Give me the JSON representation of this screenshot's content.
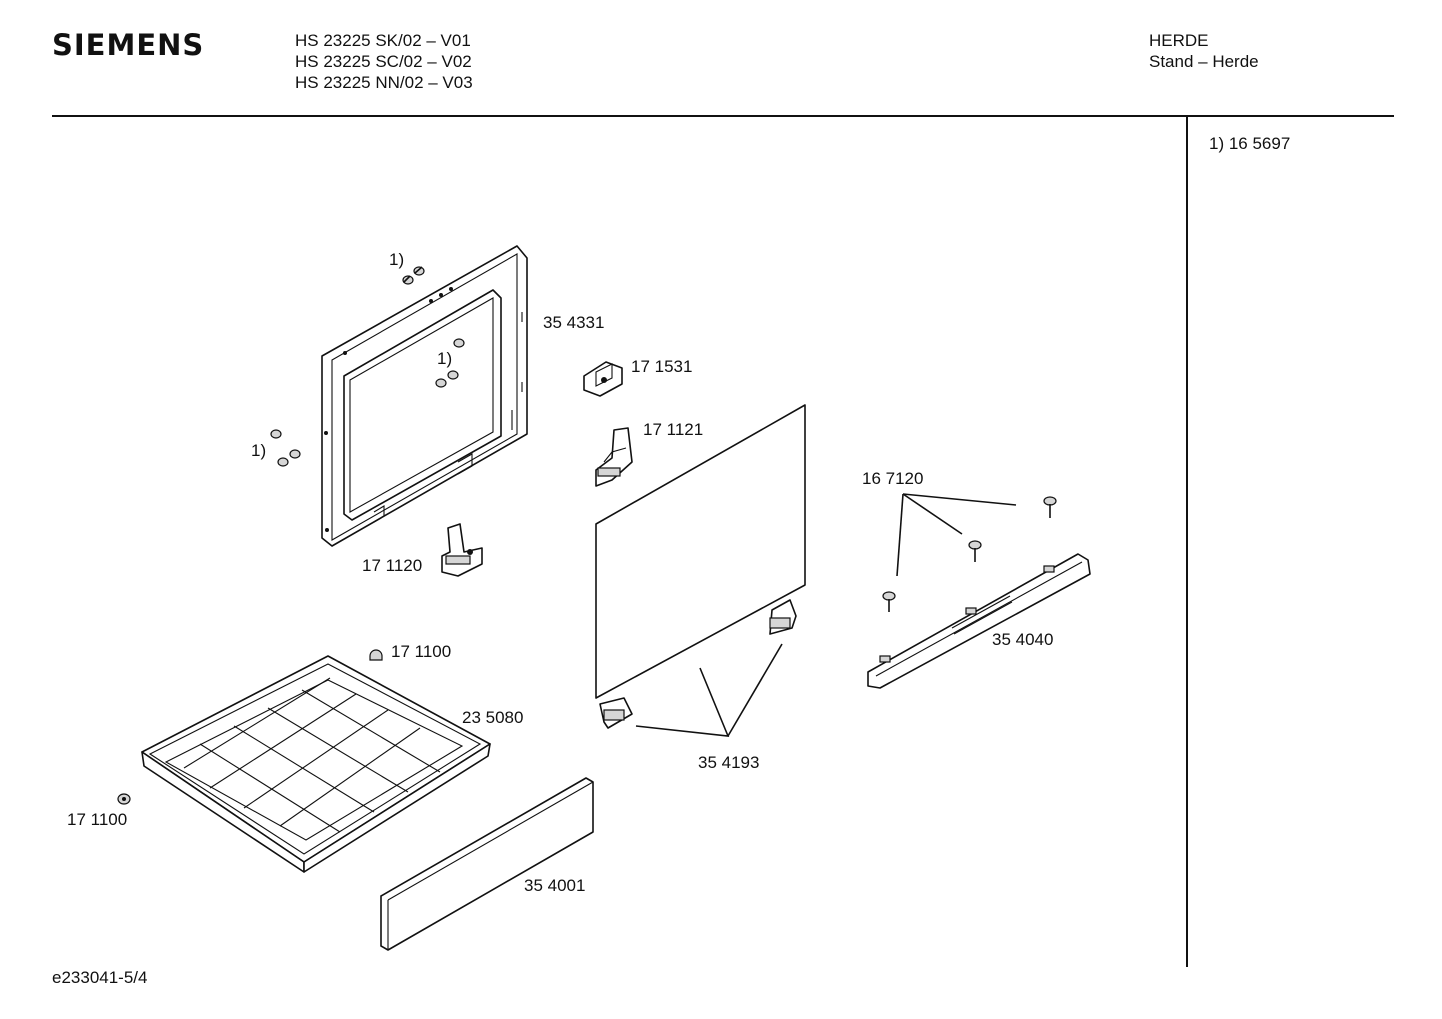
{
  "header": {
    "brand": "SIEMENS",
    "models": [
      "HS 23225 SK/02 – V01",
      "HS 23225 SC/02 – V02",
      "HS 23225 NN/02 – V03"
    ],
    "category": "HERDE",
    "subcategory": "Stand – Herde"
  },
  "side_note": "1) 16 5697",
  "footer_code": "e233041-5/4",
  "parts": {
    "door_frame": "35 4331",
    "screw_marker": "1)",
    "hinge_top": "17 1531",
    "hinge_mid": "17 1121",
    "hinge_low": "17 1120",
    "glass_panel": "35 4193",
    "rail_screws": "16 7120",
    "rail": "35 4040",
    "foot_top": "17 1100",
    "foot_left": "17 1100",
    "tray": "23 5080",
    "front_panel": "35 4001"
  }
}
